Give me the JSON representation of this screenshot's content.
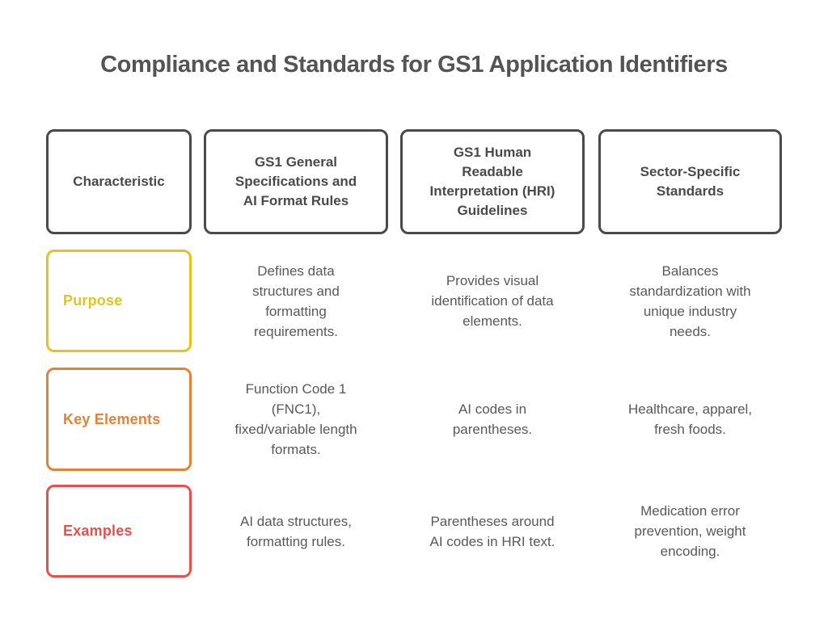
{
  "title": "Compliance and Standards for GS1 Application Identifiers",
  "colors": {
    "title_text": "#545456",
    "header_border_text": "#4A4A4C",
    "body_text": "#58595B",
    "purpose_accent": "#E5C31D",
    "key_elements_accent": "#E08438",
    "examples_accent": "#E4524E",
    "background": "#FFFFFF"
  },
  "table": {
    "headers": [
      "Characteristic",
      "GS1 General\nSpecifications and\nAI Format Rules",
      "GS1 Human\nReadable\nInterpretation (HRI)\nGuidelines",
      "Sector-Specific\nStandards"
    ],
    "rows": [
      {
        "label": "Purpose",
        "color": "#E5C31D",
        "cells": [
          "Defines data\nstructures and\nformatting\nrequirements.",
          "Provides visual\nidentification of data\nelements.",
          "Balances\nstandardization with\nunique industry\nneeds."
        ]
      },
      {
        "label": "Key Elements",
        "color": "#E08438",
        "cells": [
          "Function Code 1\n(FNC1),\nfixed/variable length\nformats.",
          "AI codes in\nparentheses.",
          "Healthcare, apparel,\nfresh foods."
        ]
      },
      {
        "label": "Examples",
        "color": "#E4524E",
        "cells": [
          "AI data structures,\nformatting rules.",
          "Parentheses around\nAI codes in HRI text.",
          "Medication error\nprevention, weight\nencoding."
        ]
      }
    ]
  }
}
